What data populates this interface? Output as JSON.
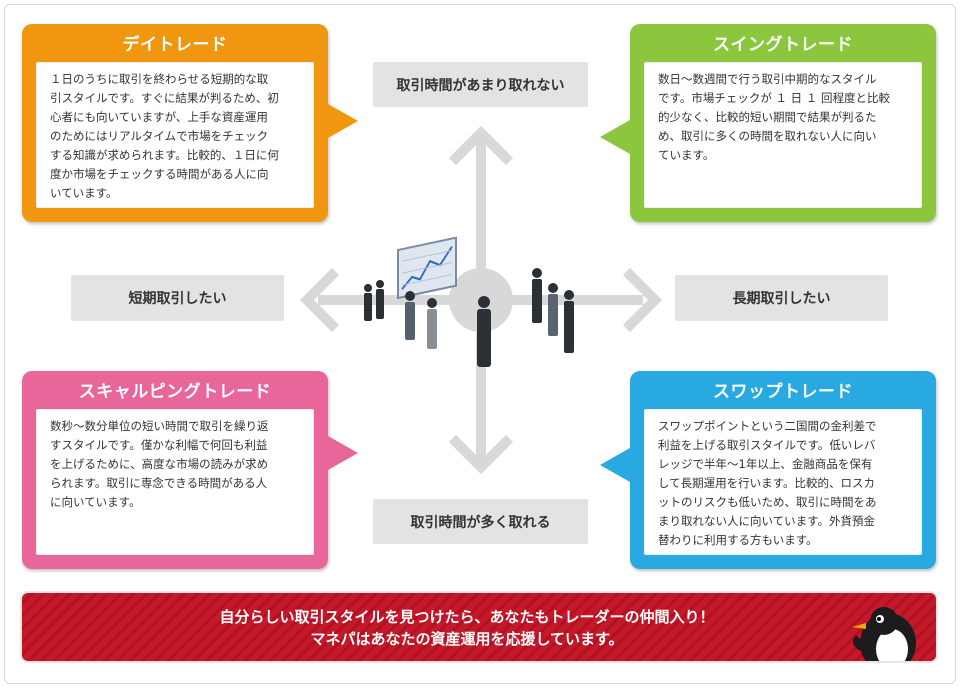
{
  "center_labels": {
    "top": "取引時間があまり取れない",
    "bottom": "取引時間が多く取れる",
    "left": "短期取引したい",
    "right": "長期取引したい"
  },
  "cards": {
    "day": {
      "title": "デイトレード",
      "body": "１日のうちに取引を終わらせる短期的な取\n引スタイルです。すぐに結果が判るため、初\n心者にも向いていますが、上手な資産運用\nのためにはリアルタイムで市場をチェック\nする知識が求められます。比較的、１日に何\n度か市場をチェックする時間がある人に向\nいています。",
      "color": "#f0960f"
    },
    "swing": {
      "title": "スイングトレード",
      "body": "数日～数週間で行う取引中期的なスタイル\nです。市場チェックが １ 日 １ 回程度と比較\n的少なく、比較的短い期間で結果が判るた\nめ、取引に多くの時間を取れない人に向い\nています。",
      "color": "#8cc63f"
    },
    "scalping": {
      "title": "スキャルピングトレード",
      "body": "数秒～数分単位の短い時間で取引を繰り返\nすスタイルです。僅かな利幅で何回も利益\nを上げるために、高度な市場の読みが求め\nられます。取引に専念できる時間がある人\nに向いています。",
      "color": "#e8669a"
    },
    "swap": {
      "title": "スワップトレード",
      "body": "スワップポイントという二国間の金利差で\n利益を上げる取引スタイルです。低いレバ\nレッジで半年～1年以上、金融商品を保有\nして長期運用を行います。比較的、ロスカ\nットのリスクも低いため、取引に時間をあ\nまり取れない人に向いています。外貨預金\n替わりに利用する方もいます。",
      "color": "#29a9e1"
    }
  },
  "banner": {
    "line1": "自分らしい取引スタイルを見つけたら、あなたもトレーダーの仲間入り！",
    "line2": "マネパはあなたの資産運用を応援しています。"
  }
}
